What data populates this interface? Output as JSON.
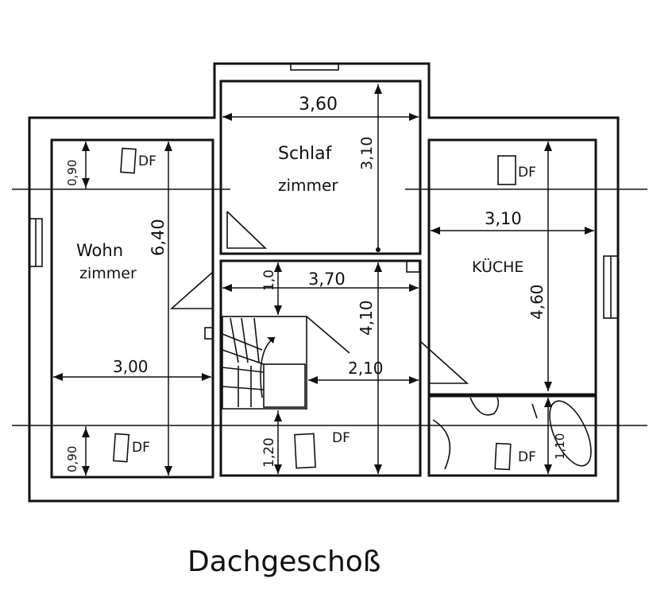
{
  "plan": {
    "title": "Dachgeschoß",
    "rooms": {
      "wohnzimmer": {
        "line1": "Wohn",
        "line2": "zimmer"
      },
      "schlafzimmer": {
        "line1": "Schlaf",
        "line2": "zimmer"
      },
      "kueche": {
        "label": "KÜCHE"
      }
    },
    "dimensions": {
      "schlaf_width": "3,60",
      "schlaf_depth": "3,10",
      "kueche_width": "3,10",
      "kueche_depth": "4,60",
      "wohn_depth": "6,40",
      "wohn_width": "3,00",
      "wohn_top_offset": "0,90",
      "wohn_bottom_offset": "0,90",
      "flur_width": "3,70",
      "flur_top": "1,0",
      "flur_depth": "4,10",
      "treppe_width": "2,10",
      "flur_bottom": "1,20",
      "bad_depth": "1,10"
    },
    "skylight_label": "DF"
  }
}
